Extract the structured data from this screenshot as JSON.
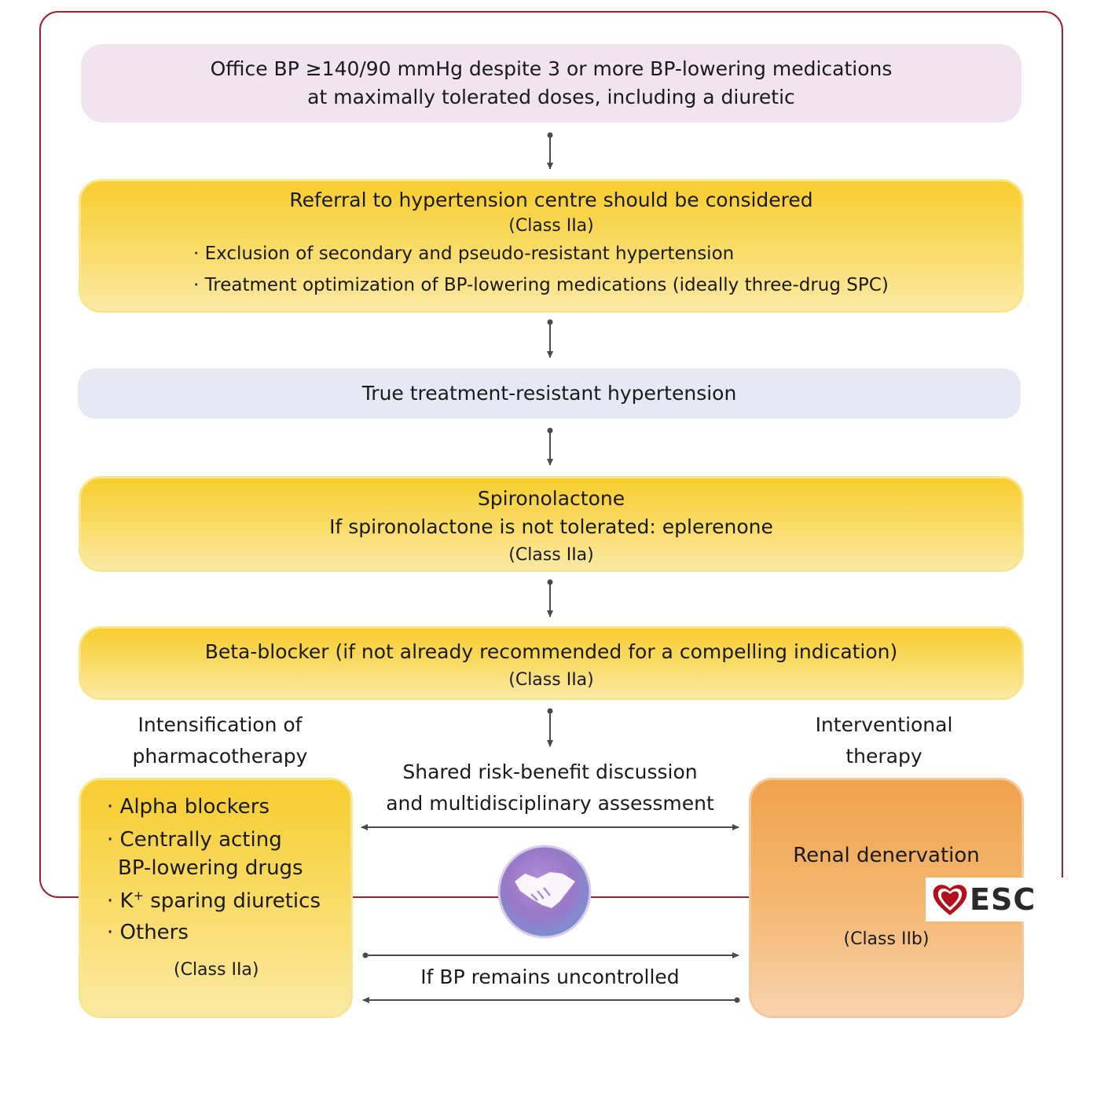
{
  "box1": {
    "line1": "Office BP ≥140/90 mmHg despite 3 or more BP-lowering medications",
    "line2": "at maximally tolerated doses, including a diuretic"
  },
  "box2": {
    "title": "Referral to hypertension centre should be considered",
    "class": "(Class IIa)",
    "bullet1": "· Exclusion of secondary and pseudo-resistant hypertension",
    "bullet2": "· Treatment optimization of BP-lowering medications (ideally three-drug SPC)"
  },
  "box3": {
    "text": "True treatment-resistant hypertension"
  },
  "box4": {
    "line1": "Spironolactone",
    "line2": "If spironolactone is not tolerated: eplerenone",
    "class": "(Class IIa)"
  },
  "box5": {
    "line1": "Beta-blocker (if not already recommended for a compelling indication)",
    "class": "(Class IIa)"
  },
  "left": {
    "heading1": "Intensification of",
    "heading2": "pharmacotherapy",
    "b1": "· Alpha blockers",
    "b2a": "· Centrally acting",
    "b2b": "BP-lowering drugs",
    "b3pre": "· K",
    "b3sup": "+",
    "b3post": " sparing diuretics",
    "b4": "· Others",
    "class": "(Class IIa)"
  },
  "right": {
    "heading1": "Interventional",
    "heading2": "therapy",
    "title": "Renal denervation",
    "class": "(Class IIb)"
  },
  "middle": {
    "discussion1": "Shared risk-benefit discussion",
    "discussion2": "and multidisciplinary assessment",
    "uncontrolled": "If BP remains uncontrolled"
  },
  "logo": {
    "text": "ESC"
  },
  "colors": {
    "frame": "#a1202b",
    "yellow": "#f8cd2f",
    "orange": "#f0a24b",
    "pink": "#f1e4f1",
    "grey": "#e6e9f3"
  }
}
